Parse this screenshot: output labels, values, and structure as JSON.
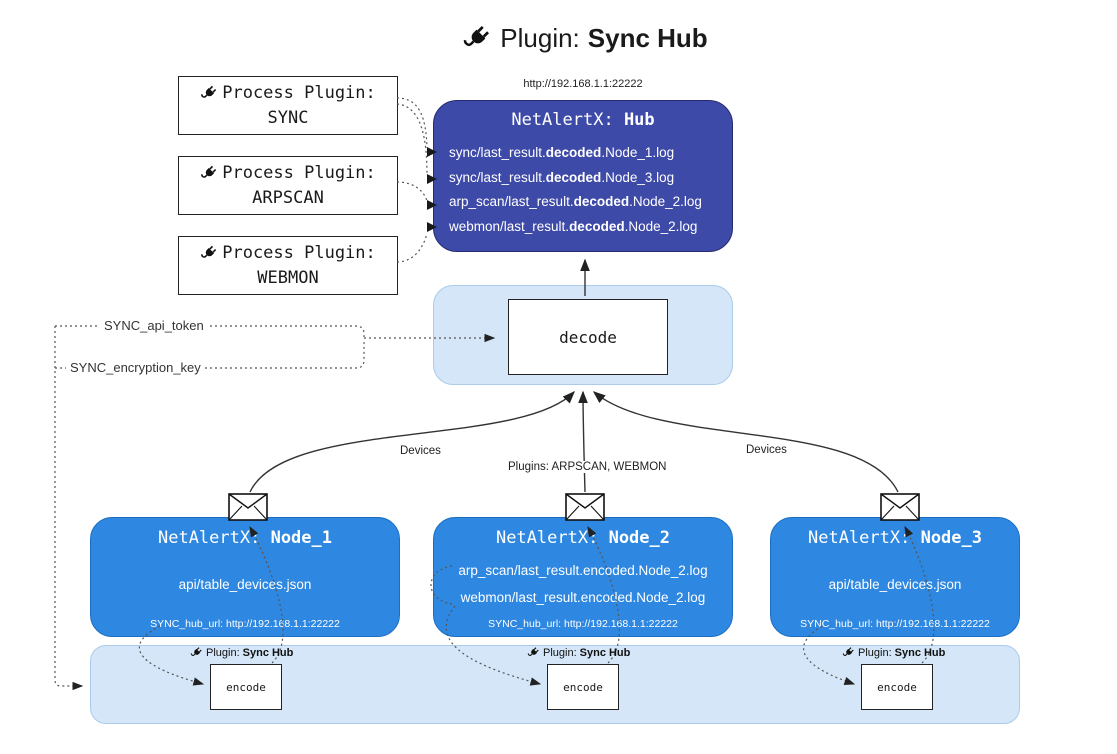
{
  "title": {
    "prefix": "Plugin: ",
    "bold": "Sync Hub"
  },
  "hub": {
    "url": "http://192.168.1.1:22222",
    "name_prefix": "NetAlertX: ",
    "name_bold": "Hub",
    "lines": [
      {
        "pre": "sync/last_result.",
        "bold": "decoded",
        "post": ".Node_1.log"
      },
      {
        "pre": "sync/last_result.",
        "bold": "decoded",
        "post": ".Node_3.log"
      },
      {
        "pre": "arp_scan/last_result.",
        "bold": "decoded",
        "post": ".Node_2.log"
      },
      {
        "pre": "webmon/last_result.",
        "bold": "decoded",
        "post": ".Node_2.log"
      }
    ]
  },
  "process_plugins": [
    {
      "label": "Process Plugin:",
      "name": "SYNC"
    },
    {
      "label": "Process Plugin:",
      "name": "ARPSCAN"
    },
    {
      "label": "Process Plugin:",
      "name": "WEBMON"
    }
  ],
  "decode_label": "decode",
  "tokens": {
    "api_token": "SYNC_api_token",
    "encryption_key": "SYNC_encryption_key"
  },
  "edge_labels": {
    "devices_left": "Devices",
    "plugins_center": "Plugins: ARPSCAN, WEBMON",
    "devices_right": "Devices"
  },
  "nodes": [
    {
      "name_prefix": "NetAlertX: ",
      "name_bold": "Node_1",
      "lines": [
        "api/table_devices.json"
      ],
      "hub_url": "SYNC_hub_url: http://192.168.1.1:22222"
    },
    {
      "name_prefix": "NetAlertX: ",
      "name_bold": "Node_2",
      "lines": [
        "arp_scan/last_result.encoded.Node_2.log",
        "webmon/last_result.encoded.Node_2.log"
      ],
      "hub_url": "SYNC_hub_url: http://192.168.1.1:22222"
    },
    {
      "name_prefix": "NetAlertX: ",
      "name_bold": "Node_3",
      "lines": [
        "api/table_devices.json"
      ],
      "hub_url": "SYNC_hub_url: http://192.168.1.1:22222"
    }
  ],
  "encode": {
    "plugin_label_prefix": "Plugin: ",
    "plugin_label_bold": "Sync Hub",
    "box_label": "encode"
  },
  "colors": {
    "hub_bg": "#3e4aa8",
    "node_bg": "#2e87e0",
    "panel": "#d4e6f8",
    "line": "#333333"
  }
}
